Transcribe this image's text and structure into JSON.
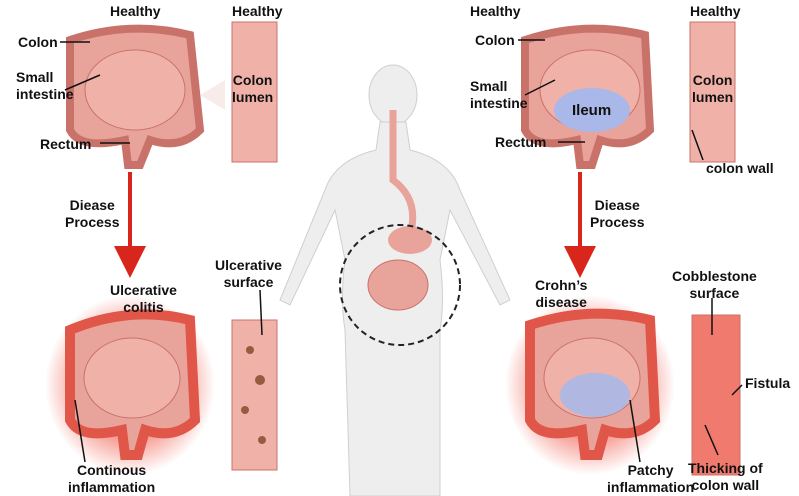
{
  "left": {
    "healthy_organ": "Healthy",
    "healthy_lumen": "Healthy",
    "colon": "Colon",
    "small_intestine": [
      "Small",
      "intestine"
    ],
    "colon_lumen": [
      "Colon",
      "lumen"
    ],
    "rectum": "Rectum",
    "process": [
      "Diease",
      "Process"
    ],
    "disease": [
      "Ulcerative",
      "colitis"
    ],
    "surface": [
      "Ulcerative",
      "surface"
    ],
    "inflammation": [
      "Continous",
      "inflammation"
    ]
  },
  "right": {
    "healthy_organ": "Healthy",
    "healthy_lumen": "Healthy",
    "colon": "Colon",
    "small_intestine": [
      "Small",
      "intestine"
    ],
    "ileum": "Ileum",
    "colon_lumen": [
      "Colon",
      "lumen"
    ],
    "rectum": "Rectum",
    "colon_wall": "colon wall",
    "process": [
      "Diease",
      "Process"
    ],
    "disease": [
      "Crohn’s",
      "disease"
    ],
    "surface": [
      "Cobblestone",
      "surface"
    ],
    "fistula": "Fistula",
    "inflammation": [
      "Patchy",
      "inflammation"
    ],
    "thickening": [
      "Thicking of",
      "colon wall"
    ]
  },
  "colors": {
    "tissue": "#e8a39a",
    "tissue_dark": "#c9726a",
    "inflamed": "#f04a3a",
    "ileum": "#a9b8e8",
    "arrow": "#d9261c",
    "body": "#eeeeee"
  }
}
